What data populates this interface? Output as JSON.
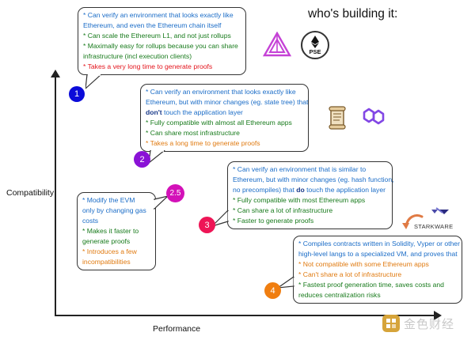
{
  "title": "who's building it:",
  "axes": {
    "y_label": "Compatibility",
    "x_label": "Performance"
  },
  "nodes": [
    {
      "label": "1",
      "color": "#0b0bd9"
    },
    {
      "label": "2",
      "color": "#8a12d6"
    },
    {
      "label": "2.5",
      "color": "#d311b8"
    },
    {
      "label": "3",
      "color": "#ee1556"
    },
    {
      "label": "4",
      "color": "#f07e10"
    }
  ],
  "bubbles": {
    "b1": [
      "* Can verify an environment that looks exactly like",
      "Ethereum, and even the Ethereum chain itself",
      "* Can scale the Ethereum L1, and not just rollups",
      "* Maximally easy for rollups because you can share",
      "infrastructure (incl execution clients)",
      "* Takes a very long time to generate proofs"
    ],
    "b2": {
      "l1": "* Can verify an environment that looks exactly like",
      "l2": "Ethereum, but with minor changes (eg. state tree) that",
      "l3_bold": "don't",
      "l3_rest": " touch the application layer",
      "l4": "* Fully compatible with almost all Ethereum apps",
      "l5": "* Can share most infrastructure",
      "l6": "* Takes a long time to generate proofs"
    },
    "b25": [
      "* Modify the EVM",
      "only by changing gas",
      "costs",
      "* Makes it faster to",
      "generate proofs",
      "* Introduces a few",
      "incompatibilities"
    ],
    "b3": {
      "l1": "* Can verify an environment that is similar to",
      "l2": "Ethereum, but with minor changes (eg. hash function,",
      "l3_pre": "no precompiles) that ",
      "l3_bold": "do",
      "l3_rest": " touch the application layer",
      "l4": "* Fully compatible with most Ethereum apps",
      "l5": "* Can share a lot of infrastructure",
      "l6": "* Faster to generate proofs"
    },
    "b4": [
      "* Compiles contracts written in Solidity, Vyper or other",
      "high-level langs to a specialized VM, and proves that",
      "* Not compatible with some Ethereum apps",
      "* Can't share a lot of infrastructure",
      "* Fastest proof generation time, saves costs and",
      "reduces centralization risks"
    ]
  },
  "logos": {
    "pse": "PSE",
    "starkware": "STARKWARE",
    "watermark": "金色财经"
  }
}
